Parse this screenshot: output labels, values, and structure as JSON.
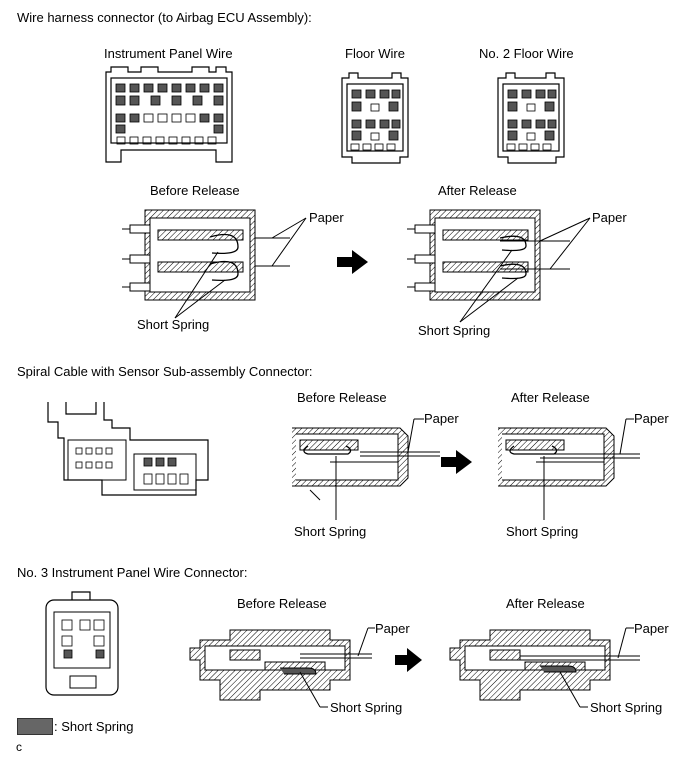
{
  "sections": {
    "wire_harness": {
      "heading": "Wire harness connector (to Airbag ECU Assembly):",
      "connectors": [
        "Instrument Panel Wire",
        "Floor Wire",
        "No. 2 Floor Wire"
      ],
      "before_label": "Before Release",
      "after_label": "After Release",
      "paper_label": "Paper",
      "spring_label": "Short Spring"
    },
    "spiral_cable": {
      "heading": "Spiral Cable with Sensor Sub-assembly Connector:",
      "before_label": "Before Release",
      "after_label": "After Release",
      "paper_label": "Paper",
      "spring_label": "Short Spring"
    },
    "no3_panel": {
      "heading": "No. 3 Instrument Panel Wire Connector:",
      "before_label": "Before Release",
      "after_label": "After Release",
      "paper_label": "Paper",
      "spring_label": "Short Spring"
    }
  },
  "legend": {
    "label": ": Short Spring",
    "swatch_color": "#666666"
  },
  "footer_code": "c"
}
